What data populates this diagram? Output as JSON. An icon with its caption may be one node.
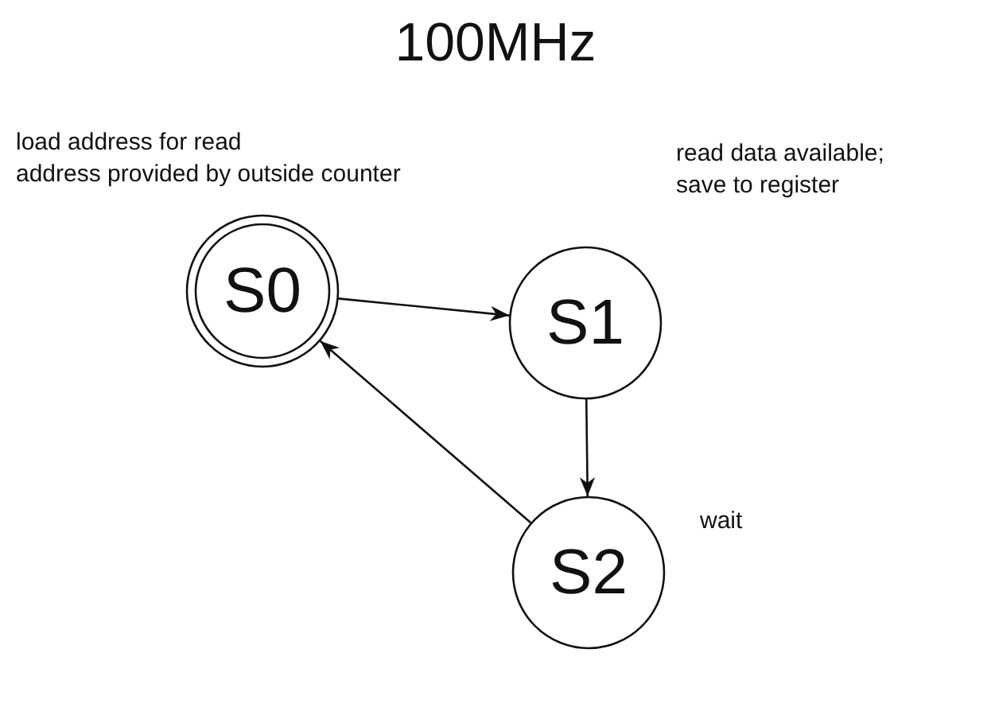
{
  "diagram": {
    "title": "100MHz",
    "nodes": [
      {
        "text": [
          "S0"
        ],
        "beside": [
          "load address for read",
          "address provided by outside counter"
        ]
      },
      {
        "text": [
          "S1"
        ],
        "beside": [
          "read data available;",
          "save to register"
        ]
      },
      {
        "text": [
          "S2"
        ],
        "beside": [
          "wait"
        ]
      }
    ],
    "edges": [
      {
        "from": 0,
        "to": 1,
        "arrow": "to"
      },
      {
        "from": 1,
        "to": 2,
        "arrow": "to"
      },
      {
        "from": 2,
        "to": 0,
        "arrow": "to"
      }
    ]
  }
}
